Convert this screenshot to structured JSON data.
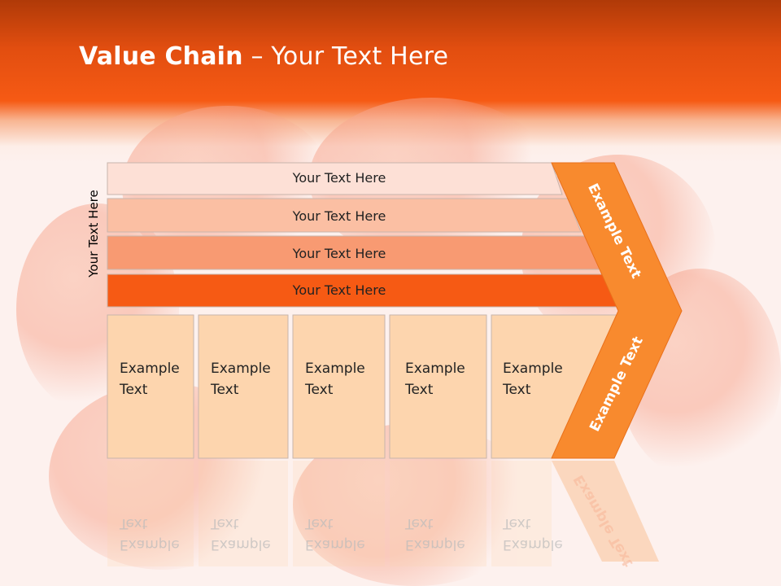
{
  "title": {
    "bold": "Value Chain",
    "rest": " – Your Text Here"
  },
  "side_label": "Your Text Here",
  "bars": [
    {
      "label": "Your Text Here",
      "color": "#fde0d6"
    },
    {
      "label": "Your Text Here",
      "color": "#fbbfa3"
    },
    {
      "label": "Your Text Here",
      "color": "#f89a72"
    },
    {
      "label": "Your Text Here",
      "color": "#f65a14"
    }
  ],
  "boxes": [
    {
      "label": "Example\nText"
    },
    {
      "label": "Example\nText"
    },
    {
      "label": "Example\nText"
    },
    {
      "label": "Example\nText"
    },
    {
      "label": "Example\nText"
    }
  ],
  "box_color": "#fdd5ae",
  "chevron": {
    "color": "#f88a2e",
    "upper_label": "Example Text",
    "lower_label": "Example Text"
  }
}
